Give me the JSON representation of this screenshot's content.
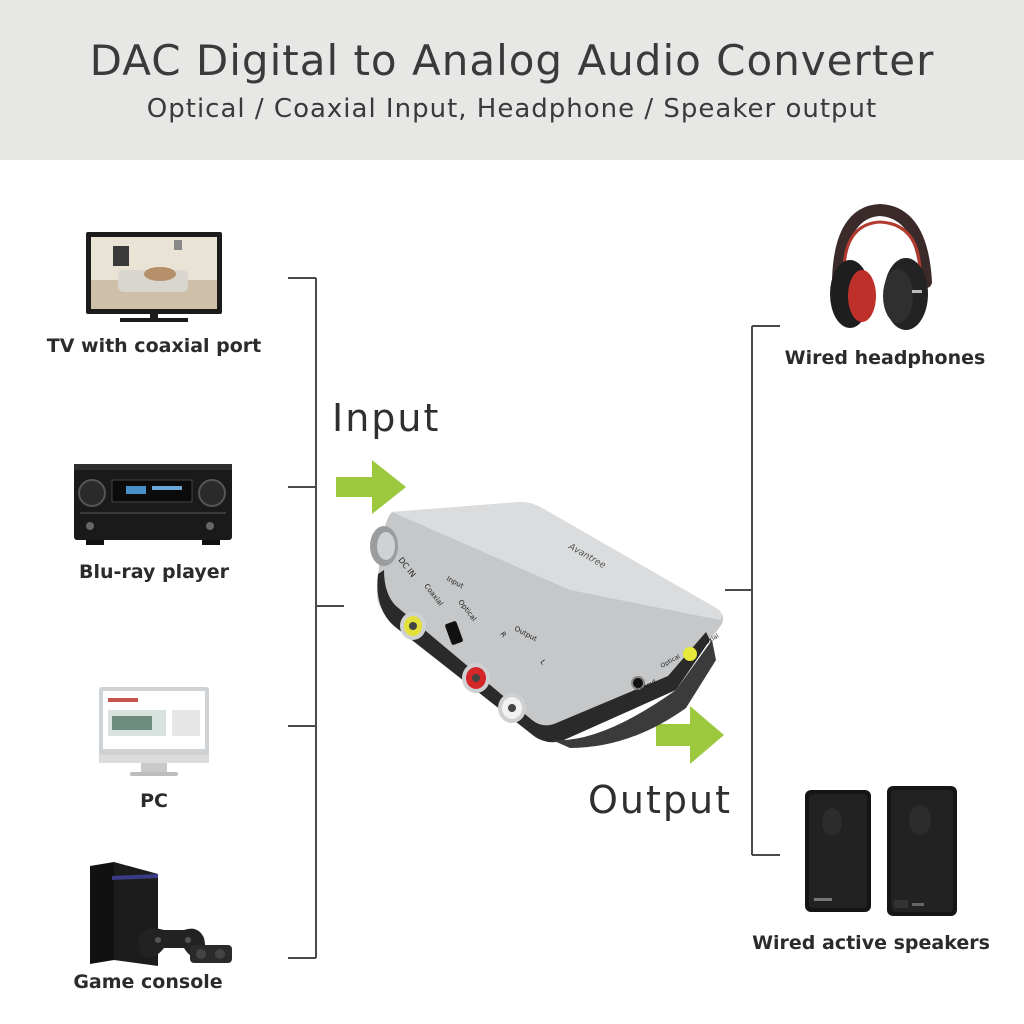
{
  "header": {
    "title": "DAC Digital to Analog Audio Converter",
    "subtitle": "Optical / Coaxial Input, Headphone / Speaker output"
  },
  "labels": {
    "input": "Input",
    "output": "Output"
  },
  "sources": [
    {
      "label": "TV with coaxial port",
      "icon": "tv-icon"
    },
    {
      "label": "Blu-ray player",
      "icon": "receiver-icon"
    },
    {
      "label": "PC",
      "icon": "monitor-icon"
    },
    {
      "label": "Game console",
      "icon": "game-console-icon"
    }
  ],
  "outputs": [
    {
      "label": "Wired headphones",
      "icon": "headphones-icon"
    },
    {
      "label": "Wired active speakers",
      "icon": "speakers-icon"
    }
  ],
  "device": {
    "brand": "Avantree",
    "ports": {
      "dc_in": "DC IN",
      "coaxial": "Coaxial",
      "optical": "Optical",
      "input_group": "Input",
      "output_group": "Output",
      "r": "R",
      "l": "L",
      "aux_output": "AUX Output",
      "optical_led": "Optical",
      "coaxial_led": "Coaxial"
    }
  },
  "colors": {
    "arrow": "#9bc83c",
    "connector": "#4a4a4a",
    "header_bg": "#e7e8e6"
  }
}
